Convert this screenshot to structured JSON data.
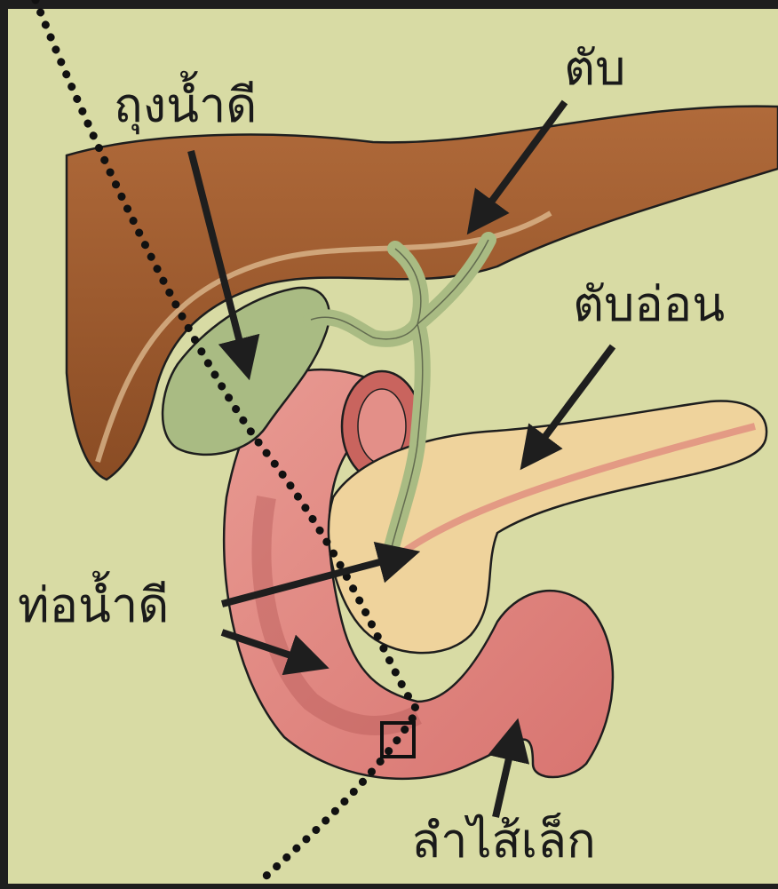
{
  "labels": {
    "gallbladder": "ถุงน้ำดี",
    "liver": "ตับ",
    "pancreas": "ตับอ่อน",
    "bile_duct": "ท่อน้ำดี",
    "small_intestine": "ลำไส้เล็ก"
  },
  "colors": {
    "background": "#d8dba4",
    "liver": "#9a5a2c",
    "gallbladder": "#a9bb83",
    "pancreas": "#efd39c",
    "intestine": "#e58e86",
    "outline": "#1e1e1e"
  }
}
